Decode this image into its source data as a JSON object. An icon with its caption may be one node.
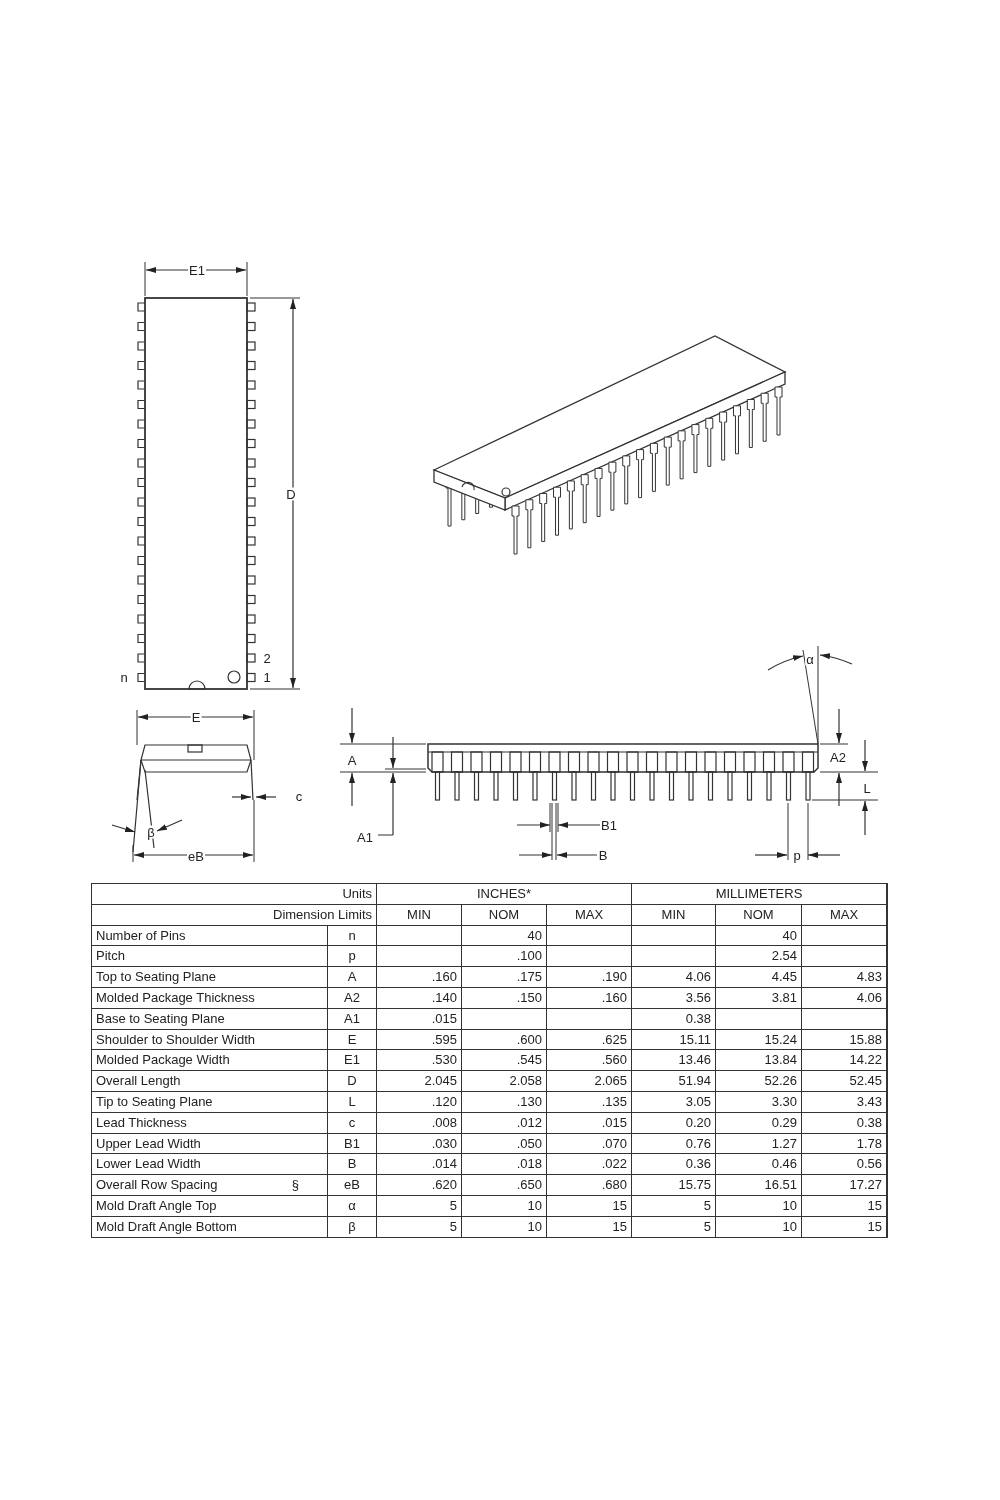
{
  "diagram": {
    "labels": [
      "E1",
      "D",
      "2",
      "n",
      "1",
      "E",
      "c",
      "β",
      "eB",
      "α",
      "A",
      "A2",
      "L",
      "A1",
      "B1",
      "B",
      "p",
      "Units",
      "INCHES*",
      "MILLIMETERS",
      "Dimension Limits",
      "MIN",
      "NOM",
      "MAX",
      "MIN",
      "NOM",
      "MAX",
      "Number of Pins",
      "n",
      "40",
      "40",
      "Pitch",
      "p",
      ".100",
      "2.54",
      "Top to Seating Plane",
      "A",
      ".160",
      ".175",
      ".190",
      "4.06",
      "4.45",
      "4.83",
      "Molded Package Thickness",
      "A2",
      ".140",
      ".150",
      ".160",
      "3.56",
      "3.81",
      "4.06",
      "Base to Seating Plane",
      "A1",
      ".015",
      "0.38",
      "Shoulder to Shoulder Width",
      "E",
      ".595",
      ".600",
      ".625",
      "15.11",
      "15.24",
      "15.88",
      "Molded Package Width",
      "E1",
      ".530",
      ".545",
      ".560",
      "13.46",
      "13.84",
      "14.22",
      "Overall Length",
      "D",
      "2.045",
      "2.058",
      "2.065",
      "51.94",
      "52.26",
      "52.45",
      "Tip to Seating Plane",
      "L",
      ".120",
      ".130",
      ".135",
      "3.05",
      "3.30",
      "3.43",
      "Lead Thickness",
      "c",
      ".008",
      ".012",
      ".015",
      "0.20",
      "0.29",
      "0.38",
      "Upper Lead Width",
      "B1",
      ".030",
      ".050",
      ".070",
      "0.76",
      "1.27",
      "1.78",
      "Lower Lead Width",
      "B",
      ".014",
      ".018",
      ".022",
      "0.36",
      "0.46",
      "0.56",
      "Overall Row Spacing",
      "§",
      "eB",
      ".620",
      ".650",
      ".680",
      "15.75",
      "16.51",
      "17.27",
      "Mold Draft Angle Top",
      "α",
      "5",
      "10",
      "15",
      "5",
      "10",
      "15",
      "Mold Draft Angle Bottom",
      "β",
      "5",
      "10",
      "15",
      "5",
      "10",
      "15"
    ]
  }
}
